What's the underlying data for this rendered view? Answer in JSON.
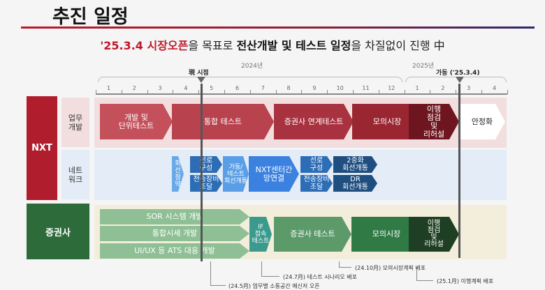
{
  "title": "추진 일정",
  "subtitle": {
    "highlight": "'25.3.4 시장오픈",
    "t1": "을 목표로 ",
    "bold": "전산개발 및 테스트 일정",
    "t2": "을 차질없이 진행 中"
  },
  "timeline": {
    "year1": "2024년",
    "year2": "2025년",
    "now_label": "現 시점",
    "golive_label": "가동 ('25.3.4)",
    "months": [
      "1",
      "2",
      "3",
      "4",
      "5",
      "6",
      "7",
      "8",
      "9",
      "10",
      "11",
      "12",
      "1",
      "2",
      "3",
      "4"
    ]
  },
  "rows": {
    "nxt": "NXT",
    "biz": "업무\n개발",
    "net": "네트\n워크",
    "broker": "증권사"
  },
  "biz_phases": [
    "개발 및\n단위테스트",
    "통합 테스트",
    "증권사 연계테스트",
    "모의시장",
    "이행\n점검\n및\n리허설",
    "안정화"
  ],
  "net_items": [
    "회\n선\n청\n약",
    "선로\n구성",
    "전송장비\n조달",
    "가동/\n테스트\n회선개통",
    "NXT센터간\n망연결",
    "선로\n구성",
    "전송장비\n조달",
    "2중화\n회선개통",
    "DR\n회선개통"
  ],
  "broker_items": [
    "SOR 시스템 개발",
    "통합시세 개발",
    "UI/UX 등 ATS 대응 개발",
    "IF\n접속\n테스트",
    "증권사 테스트",
    "모의시장",
    "이행\n점검\n및\n리허설"
  ],
  "notes": [
    "(24.10月) 모의시장계획 배포",
    "(24.7月) 테스트 시나리오 배포",
    "(25.1月) 이행계획 배포",
    "(24.5月) 업무별 소통공간 메신저 오픈"
  ],
  "colors": {
    "accent": "#c0182a",
    "nxt": "#b01e2e",
    "broker": "#2e6b3a"
  }
}
